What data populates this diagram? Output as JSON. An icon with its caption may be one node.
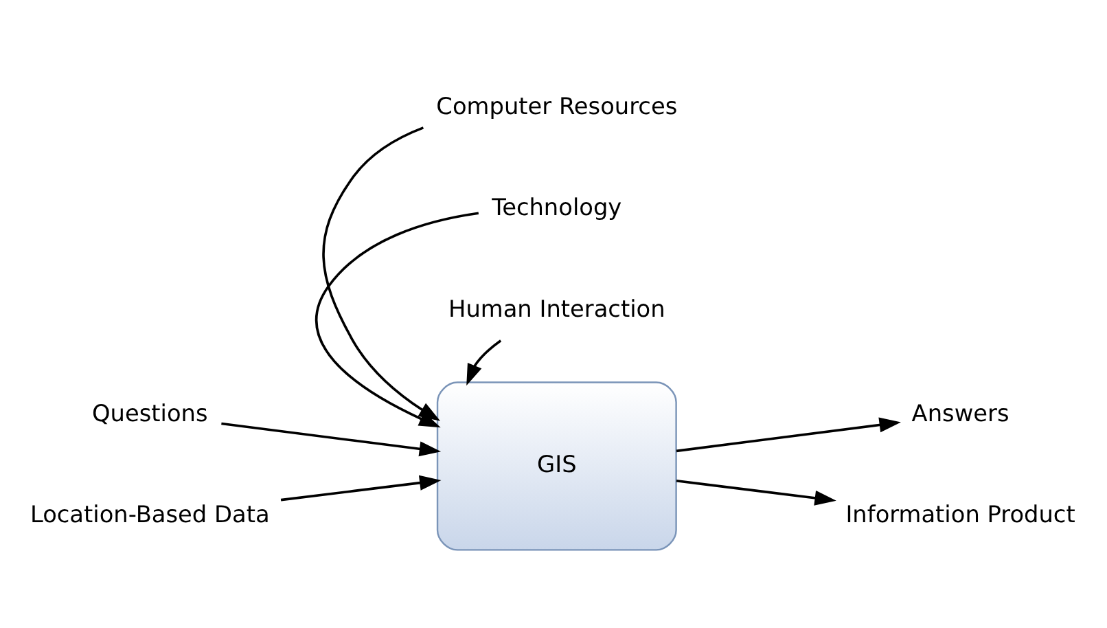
{
  "diagram": {
    "nodes": [
      {
        "text": [
          "Computer Resources"
        ]
      },
      {
        "text": [
          "Technology"
        ]
      },
      {
        "text": [
          "Questions"
        ]
      },
      {
        "text": [
          "Location-Based Data"
        ]
      },
      {
        "text": [
          "GIS"
        ]
      },
      {
        "text": [
          "Answers"
        ]
      },
      {
        "text": [
          "Information Product"
        ]
      },
      {
        "text": [
          "Human Interaction"
        ]
      }
    ],
    "edges": [
      {
        "from": 0,
        "to": 4,
        "arrow": "to"
      },
      {
        "from": 1,
        "to": 4,
        "arrow": "to"
      },
      {
        "from": 2,
        "to": 4,
        "arrow": "to"
      },
      {
        "from": 3,
        "to": 4,
        "arrow": "to"
      },
      {
        "from": 4,
        "to": 5,
        "arrow": "to"
      },
      {
        "from": 4,
        "to": 6,
        "arrow": "to"
      },
      {
        "from": 7,
        "to": 4,
        "arrow": "to"
      }
    ]
  }
}
